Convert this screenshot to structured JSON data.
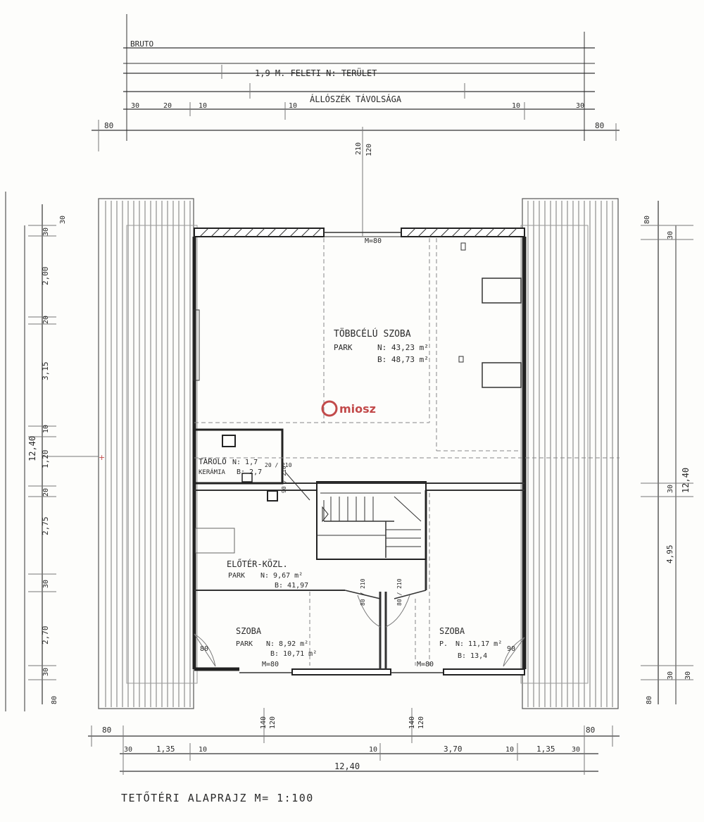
{
  "top_dims": {
    "brutto": "BRUTO",
    "floor_area": "1,9 M. FELETI N: TERÜLET",
    "chair_distance": "ÁLLÓSZÉK TÁVOLSÁGA",
    "d30_left": "30",
    "d20": "20",
    "d10a": "10",
    "d10b": "10",
    "d10c": "10",
    "d30_right": "30",
    "d80_left": "80",
    "d80_right": "80",
    "v210": "210",
    "v120": "120"
  },
  "left_dims": {
    "total": "12,40",
    "d30a": "30",
    "d30b": "30",
    "d200": "2,00",
    "d20a": "20",
    "d315": "3,15",
    "d10": "10",
    "d120": "1,20",
    "d20b": "20",
    "d275": "2,75",
    "d30c": "30",
    "d270": "2,70",
    "d30d": "30",
    "d80": "80"
  },
  "right_dims": {
    "d80": "80",
    "d30a": "30",
    "total": "12,40",
    "d30b": "30",
    "d495": "4,95",
    "d30c": "30",
    "d30d": "30",
    "d80b": "80"
  },
  "bottom_dims": {
    "d80_left": "80",
    "d140a": "140",
    "d120a": "120",
    "d140b": "140",
    "d120b": "120",
    "d80_right": "80",
    "d30_left": "30",
    "d135_left": "1,35",
    "d10a": "10",
    "d10b": "10",
    "d370": "3,70",
    "d10c": "10",
    "d135_right": "1,35",
    "d30_right": "30",
    "total": "12,40"
  },
  "rooms": {
    "multi": {
      "name": "TÖBBCÉLÚ SZOBA",
      "floor": "PARK",
      "net": "N: 43,23 m²",
      "gross": "B: 48,73 m²",
      "window": "M=80"
    },
    "storage": {
      "name": "TÁROLÓ",
      "net": "N: 1,7",
      "floor": "KERÁMIA",
      "gross": "B: 2,7",
      "door": "20 / 210"
    },
    "hall": {
      "name": "ELŐTÉR-KÖZL.",
      "floor": "PARK",
      "net": "N: 9,67 m²",
      "gross": "B: 41,97",
      "door": "90 / 210"
    },
    "room_left": {
      "name": "SZOBA",
      "floor": "PARK",
      "net": "N: 8,92 m²",
      "gross": "B: 10,71 m²",
      "window": "M=80",
      "door": "80"
    },
    "room_right": {
      "name": "SZOBA",
      "floor": "P.",
      "net": "N: 11,17 m²",
      "gross": "B: 13,4",
      "window": "M=80",
      "door": "90"
    },
    "door_a": "80 / 210",
    "door_b": "80 / 210"
  },
  "title": "TETŐTÉRI ALAPRAJZ  M= 1:100",
  "watermark": "miosz",
  "colors": {
    "ink": "#2a2a2a",
    "paper": "#fdfdfb",
    "watermark": "#c24a4a"
  }
}
